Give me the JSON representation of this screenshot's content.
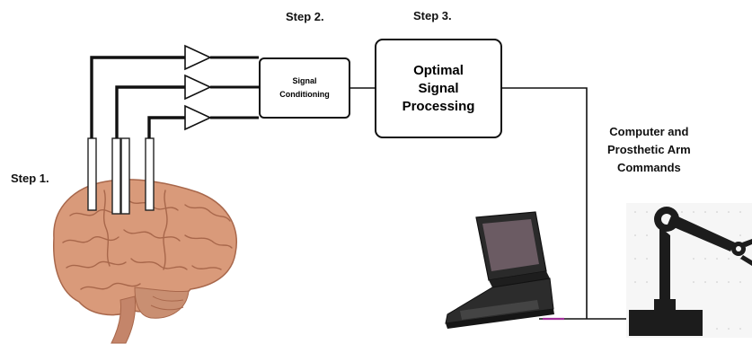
{
  "steps": {
    "step1": "Step 1.",
    "step2": "Step 2.",
    "step3": "Step 3."
  },
  "signal_conditioning": {
    "line1": "Signal",
    "line2": "Conditioning"
  },
  "optimal_signal_processing": {
    "line1": "Optimal",
    "line2": "Signal",
    "line3": "Processing"
  },
  "computer_commands": {
    "line1": "Computer and",
    "line2": "Prosthetic Arm",
    "line3": "Commands"
  },
  "colors": {
    "brain": "#d99a7a",
    "brain_dark": "#b26a4d",
    "cerebellum": "#c98f72",
    "laptop": "#2a2a2a",
    "laptop_screen": "#6b5b63",
    "cable_accent": "#a0309a",
    "robot": "#1c1c1c"
  },
  "icons": [
    "brain-illustration",
    "amplifier-icon",
    "laptop-icon",
    "robotic-arm-icon"
  ]
}
